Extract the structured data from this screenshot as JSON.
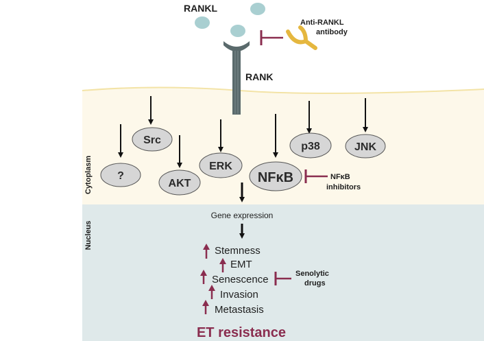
{
  "ligand": {
    "label": "RANKL"
  },
  "receptor": {
    "label": "RANK"
  },
  "antibody": {
    "label_line1": "Anti-RANKL",
    "label_line2": "antibody"
  },
  "compartments": {
    "cytoplasm": "Cytoplasm",
    "nucleus": "Nucleus"
  },
  "nodes": {
    "unknown": "?",
    "src": "Src",
    "akt": "AKT",
    "erk": "ERK",
    "nfkb": "NFκB",
    "p38": "p38",
    "jnk": "JNK"
  },
  "nfkb_inhibitors": {
    "line1": "NFκB",
    "line2": "inhibitors"
  },
  "gene_expression": "Gene expression",
  "outcomes": [
    "Stemness",
    "EMT",
    "Senescence",
    "Invasion",
    "Metastasis"
  ],
  "senolytic": {
    "line1": "Senolytic",
    "line2": "drugs"
  },
  "result": "ET resistance",
  "colors": {
    "membrane": "#f3e3a6",
    "cytoplasm": "#fdf8ea",
    "nucleus": "#dfe9ea",
    "ligand": "#a9cfd1",
    "receptor": "#5a6a6c",
    "node_fill": "#d6d6d6",
    "inhibit": "#8a2d4f",
    "antibody": "#e5b73f",
    "result_text": "#8a2d4f"
  }
}
